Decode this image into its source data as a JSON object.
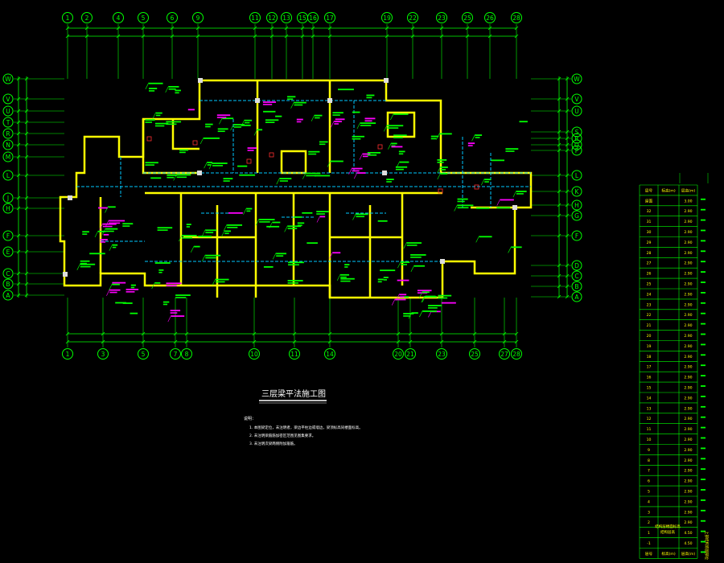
{
  "colors": {
    "background": "#000000",
    "grid": "#00ff00",
    "wall": "#ffff00",
    "beam": "#00c8ff",
    "dim": "#00ff00",
    "annotation_green": "#00ff00",
    "annotation_magenta": "#ff00ff",
    "text": "#ffffff"
  },
  "drawing": {
    "title": "三层梁平法施工图",
    "notes": {
      "heading": "说明：",
      "lines": [
        "1. 本图梁定位，未注明者，梁边平柱边或墙边，梁顶标高同楼面标高。",
        "2. 未注明梁箍筋加密区范围见图集要求。",
        "3. 未注明次梁两侧附加箍筋。"
      ]
    }
  },
  "axes": {
    "top": [
      "1",
      "2",
      "4",
      "5",
      "6",
      "9",
      "11",
      "12",
      "13",
      "15",
      "16",
      "17",
      "19",
      "22",
      "23",
      "25",
      "26",
      "28"
    ],
    "bottom": [
      "1",
      "3",
      "5",
      "7",
      "8",
      "10",
      "11",
      "14",
      "20",
      "21",
      "23",
      "25",
      "27",
      "28"
    ],
    "left": [
      "W",
      "V",
      "U",
      "T",
      "R",
      "N",
      "M",
      "L",
      "J",
      "H",
      "F",
      "E",
      "C",
      "B",
      "A"
    ],
    "right": [
      "W",
      "V",
      "U",
      "S",
      "R",
      "Q",
      "P",
      "L",
      "K",
      "H",
      "G",
      "F",
      "D",
      "C",
      "B",
      "A"
    ]
  },
  "elevation_table": {
    "header": [
      "层号",
      "标高(m)",
      "层高(m)"
    ],
    "rows": [
      [
        "屋面",
        "",
        "3.00"
      ],
      [
        "32",
        "",
        "2.90"
      ],
      [
        "31",
        "",
        "2.90"
      ],
      [
        "30",
        "",
        "2.90"
      ],
      [
        "29",
        "",
        "2.90"
      ],
      [
        "28",
        "",
        "2.90"
      ],
      [
        "27",
        "",
        "2.90"
      ],
      [
        "26",
        "",
        "2.90"
      ],
      [
        "25",
        "",
        "2.90"
      ],
      [
        "24",
        "",
        "2.90"
      ],
      [
        "23",
        "",
        "2.90"
      ],
      [
        "22",
        "",
        "2.90"
      ],
      [
        "21",
        "",
        "2.90"
      ],
      [
        "20",
        "",
        "2.90"
      ],
      [
        "19",
        "",
        "2.90"
      ],
      [
        "18",
        "",
        "2.90"
      ],
      [
        "17",
        "",
        "2.90"
      ],
      [
        "16",
        "",
        "2.90"
      ],
      [
        "15",
        "",
        "2.90"
      ],
      [
        "14",
        "",
        "2.90"
      ],
      [
        "13",
        "",
        "2.90"
      ],
      [
        "12",
        "",
        "2.90"
      ],
      [
        "11",
        "",
        "2.90"
      ],
      [
        "10",
        "",
        "2.90"
      ],
      [
        "9",
        "",
        "2.90"
      ],
      [
        "8",
        "",
        "2.90"
      ],
      [
        "7",
        "",
        "2.90"
      ],
      [
        "6",
        "",
        "2.90"
      ],
      [
        "5",
        "",
        "2.90"
      ],
      [
        "4",
        "",
        "2.90"
      ],
      [
        "3",
        "",
        "2.90"
      ],
      [
        "2",
        "",
        "2.90"
      ],
      [
        "1",
        "",
        "4.50"
      ],
      [
        "-1",
        "",
        "4.50"
      ],
      [
        "层号",
        "标高(m)",
        "层高(m)"
      ]
    ],
    "caption": "结构层楼面标高",
    "caption2": "结构层高",
    "side_label": "上部结构嵌固部位"
  }
}
